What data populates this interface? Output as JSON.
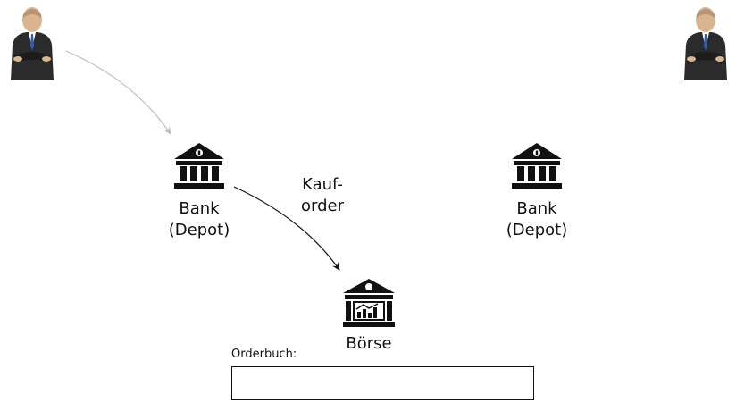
{
  "bank_left": {
    "line1": "Bank",
    "line2": "(Depot)"
  },
  "bank_right": {
    "line1": "Bank",
    "line2": "(Depot)"
  },
  "exchange": {
    "label": "Börse"
  },
  "order_label": {
    "line1": "Kauf-",
    "line2": "order"
  },
  "orderbook": {
    "title": "Orderbuch:"
  },
  "icons": {
    "person_left": "person-icon",
    "person_right": "person-icon",
    "bank_left": "bank-icon",
    "bank_right": "bank-icon",
    "exchange": "exchange-building-icon"
  },
  "colors": {
    "ink": "#111111",
    "arrow_gray": "#bdbdbd",
    "skin": "#d9b48f",
    "suit": "#2b2b2b",
    "tie": "#2f5fb0"
  }
}
